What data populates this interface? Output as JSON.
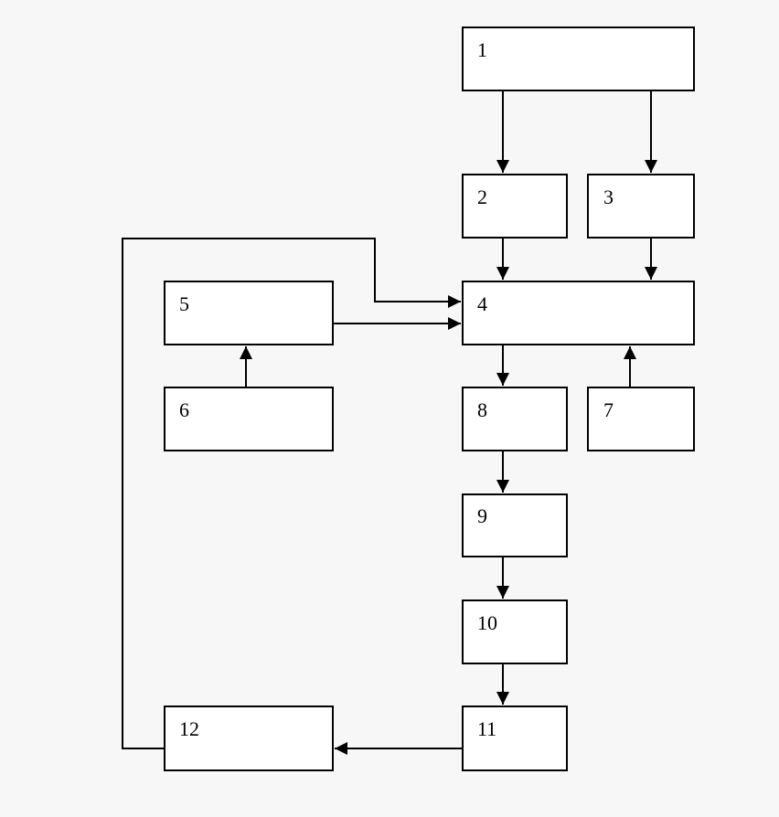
{
  "diagram": {
    "blocks": [
      {
        "id": "b1",
        "label": "1"
      },
      {
        "id": "b2",
        "label": "2"
      },
      {
        "id": "b3",
        "label": "3"
      },
      {
        "id": "b4",
        "label": "4"
      },
      {
        "id": "b5",
        "label": "5"
      },
      {
        "id": "b6",
        "label": "6"
      },
      {
        "id": "b7",
        "label": "7"
      },
      {
        "id": "b8",
        "label": "8"
      },
      {
        "id": "b9",
        "label": "9"
      },
      {
        "id": "b10",
        "label": "10"
      },
      {
        "id": "b11",
        "label": "11"
      },
      {
        "id": "b12",
        "label": "12"
      }
    ],
    "connections": [
      {
        "from": "1",
        "to": "2"
      },
      {
        "from": "1",
        "to": "3"
      },
      {
        "from": "2",
        "to": "4"
      },
      {
        "from": "3",
        "to": "4"
      },
      {
        "from": "5",
        "to": "4"
      },
      {
        "from": "6",
        "to": "5"
      },
      {
        "from": "7",
        "to": "4"
      },
      {
        "from": "4",
        "to": "8"
      },
      {
        "from": "8",
        "to": "9"
      },
      {
        "from": "9",
        "to": "10"
      },
      {
        "from": "10",
        "to": "11"
      },
      {
        "from": "11",
        "to": "12"
      },
      {
        "from": "12",
        "to": "4"
      }
    ]
  },
  "colors": {
    "background": "#f7f7f7",
    "block_fill": "#ffffff",
    "line": "#000000"
  }
}
